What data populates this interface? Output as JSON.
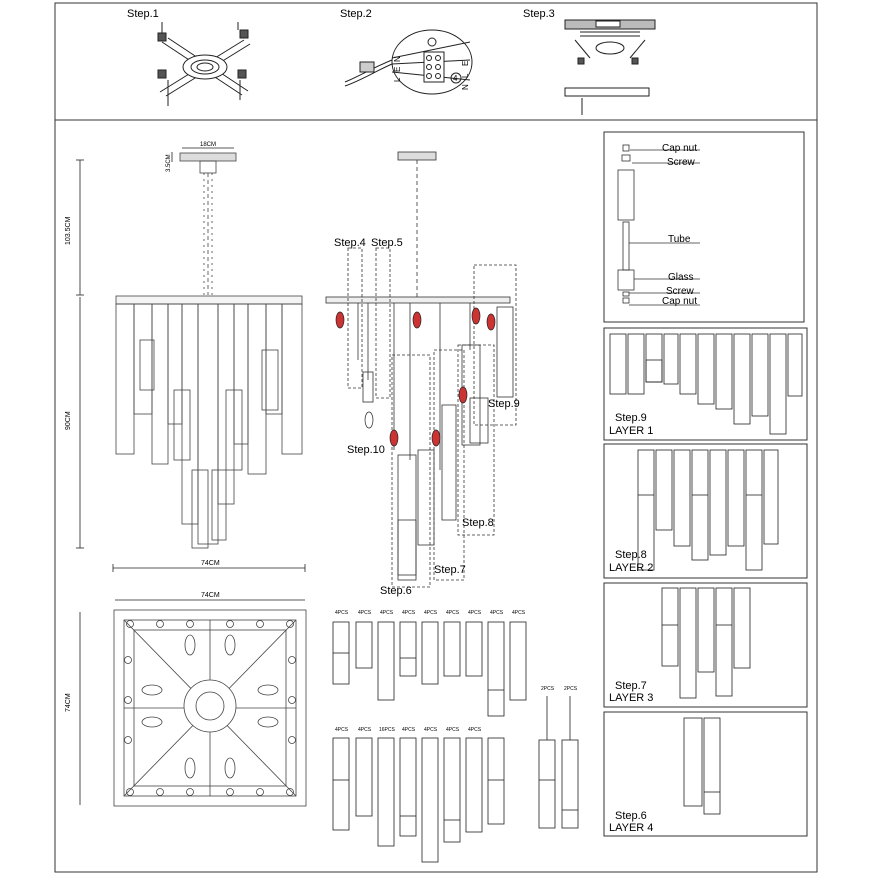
{
  "steps_top": [
    "Step.1",
    "Step.2",
    "Step.3"
  ],
  "wiring_letters": [
    "N",
    "E",
    "L"
  ],
  "wiring_number": "4",
  "dimensions": {
    "canopy_width": "18CM",
    "canopy_height": "3.5CM",
    "chain_length": "103.5CM",
    "body_height": "90CM",
    "body_width": "74CM",
    "top_view_width": "74CM",
    "top_view_depth": "74CM"
  },
  "assembly_labels": {
    "step4": "Step.4",
    "step5": "Step.5",
    "step6": "Step.6",
    "step7": "Step.7",
    "step8": "Step.8",
    "step9": "Step.9",
    "step10": "Step.10"
  },
  "parts": {
    "cap_nut_top": "Cap nut",
    "screw_top": "Screw",
    "tube": "Tube",
    "glass": "Glass",
    "screw_bottom": "Screw",
    "cap_nut_bottom": "Cap nut"
  },
  "layers": [
    {
      "step": "Step.9",
      "layer": "LAYER 1"
    },
    {
      "step": "Step.8",
      "layer": "LAYER 2"
    },
    {
      "step": "Step.7",
      "layer": "LAYER 3"
    },
    {
      "step": "Step.6",
      "layer": "LAYER 4"
    }
  ],
  "qty_row1": [
    "4PCS",
    "4PCS",
    "4PCS",
    "4PCS",
    "4PCS",
    "4PCS",
    "4PCS",
    "4PCS",
    "4PCS"
  ],
  "qty_row2": [
    "4PCS",
    "4PCS",
    "16PCS",
    "4PCS",
    "4PCS",
    "4PCS",
    "4PCS"
  ],
  "qty_hanging": [
    "2PCS",
    "2PCS"
  ]
}
